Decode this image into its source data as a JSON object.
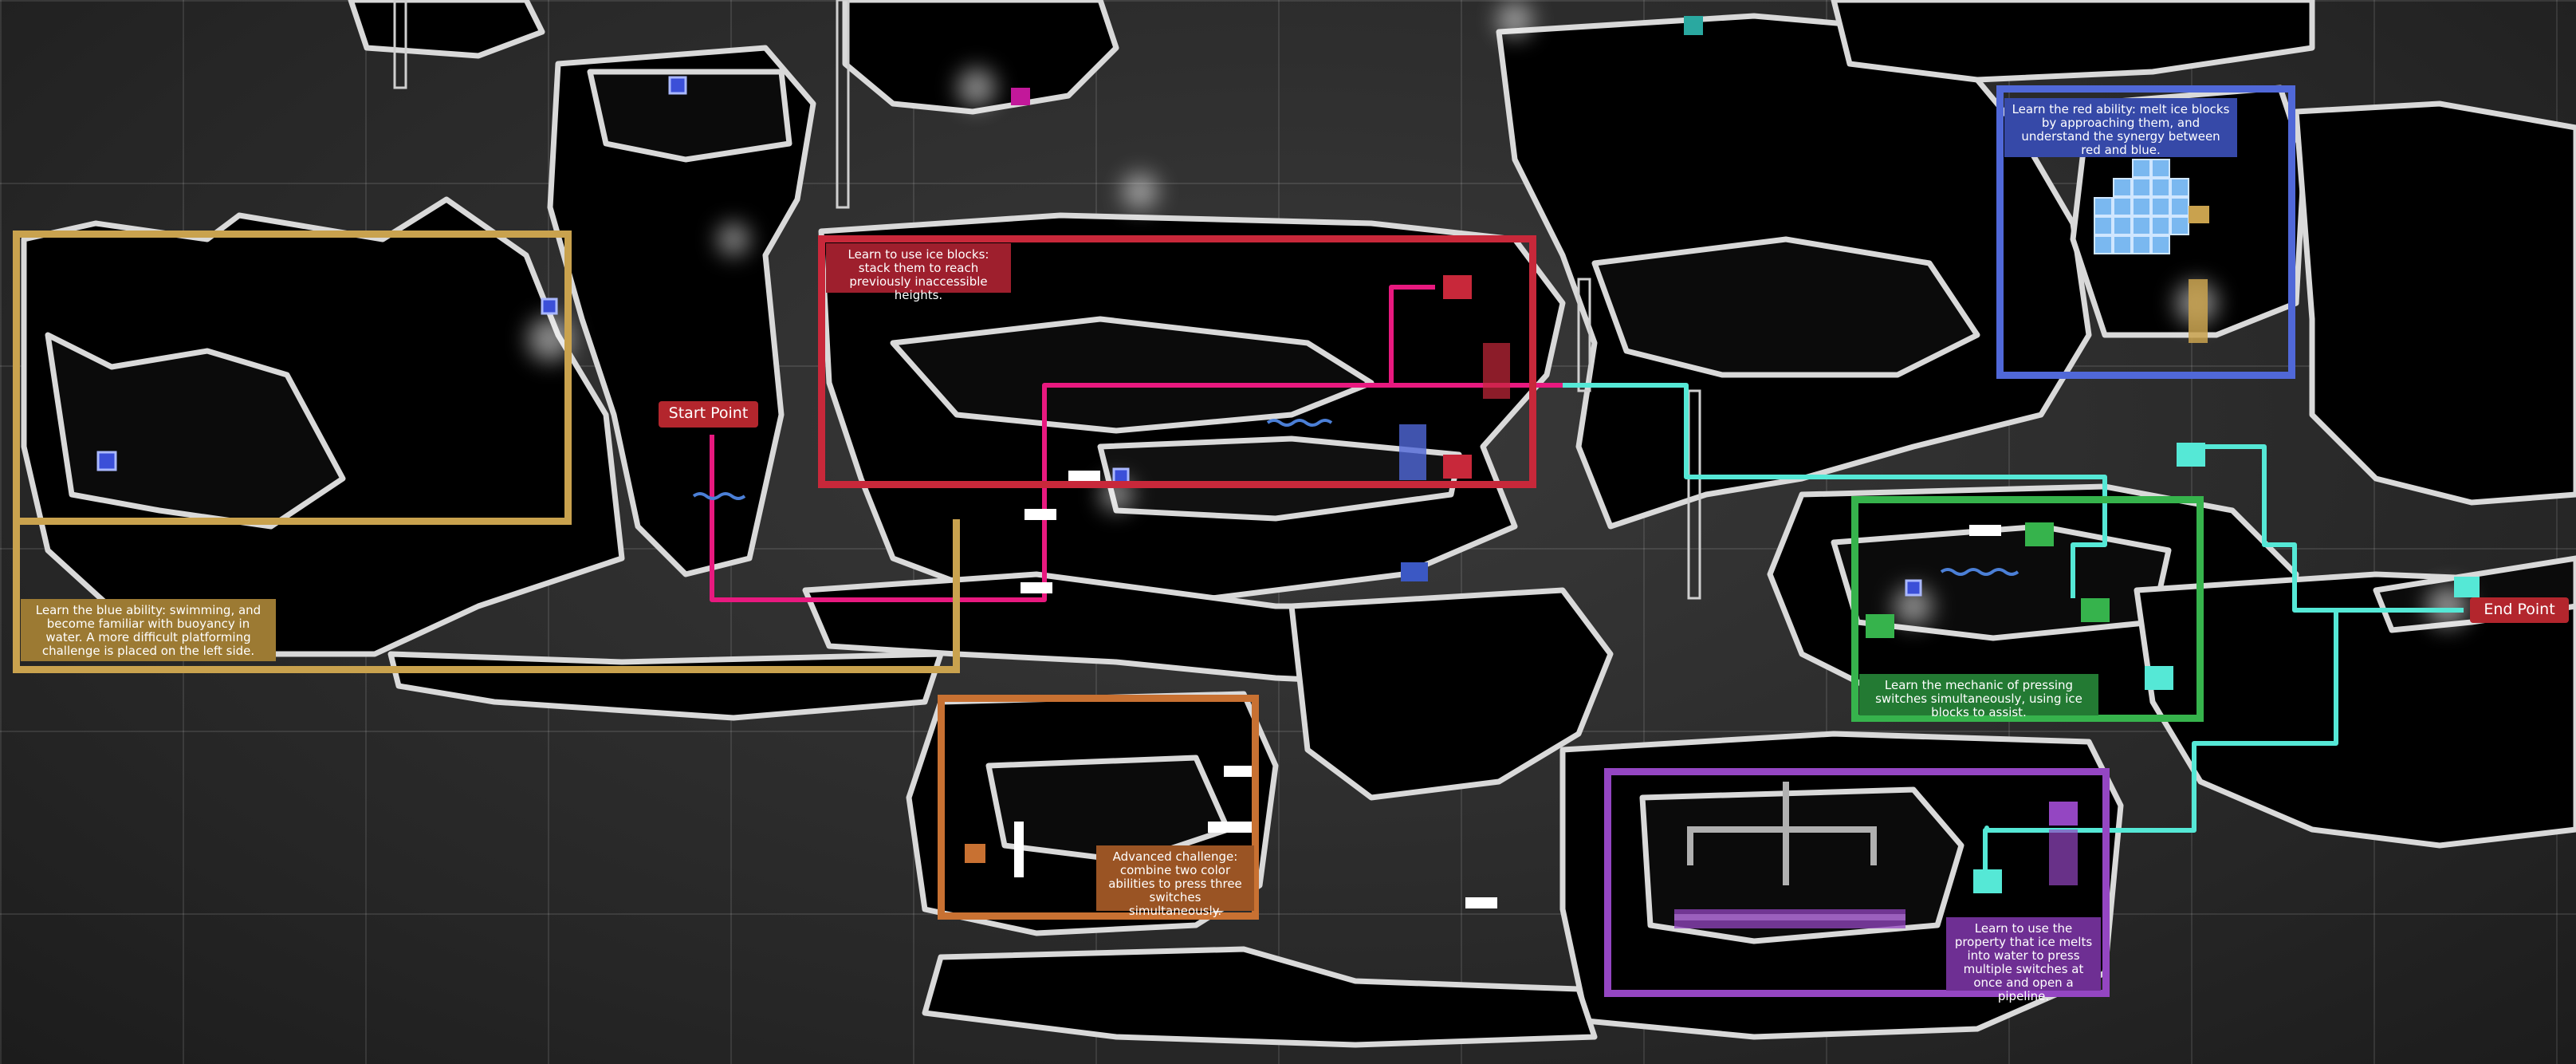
{
  "map": {
    "start_label": "Start Point",
    "end_label": "End Point"
  },
  "colors": {
    "zone_blue_ability": "#c9a24e",
    "zone_ice_blocks": "#c8283a",
    "zone_red_ability": "#5068d8",
    "zone_simultaneous": "#36b34c",
    "zone_advanced": "#c87132",
    "zone_pipeline": "#9446c2",
    "path_pink": "#e8197f",
    "path_cyan": "#55e8d6"
  },
  "zones": [
    {
      "id": "blue-ability",
      "text": "Learn the blue ability: swimming, and become familiar with buoyancy in water. A more difficult platforming challenge is placed on the left side."
    },
    {
      "id": "ice-blocks",
      "text": "Learn to use ice blocks: stack them to reach previously inaccessible heights."
    },
    {
      "id": "red-ability",
      "text": "Learn the red ability: melt ice blocks by approaching them, and understand the synergy between red and blue."
    },
    {
      "id": "simultaneous",
      "text": "Learn the mechanic of pressing switches simultaneously, using ice blocks to assist."
    },
    {
      "id": "advanced",
      "text": "Advanced challenge: combine two color abilities to press three switches simultaneously."
    },
    {
      "id": "pipeline",
      "text": "Learn to use the property that ice melts into water to press multiple switches at once and open a pipeline."
    }
  ],
  "icons": {
    "switch": "gear-switch-icon",
    "ice": "ice-block-icon",
    "blue_orb": "blue-ability-orb-icon",
    "door": "door-icon"
  }
}
